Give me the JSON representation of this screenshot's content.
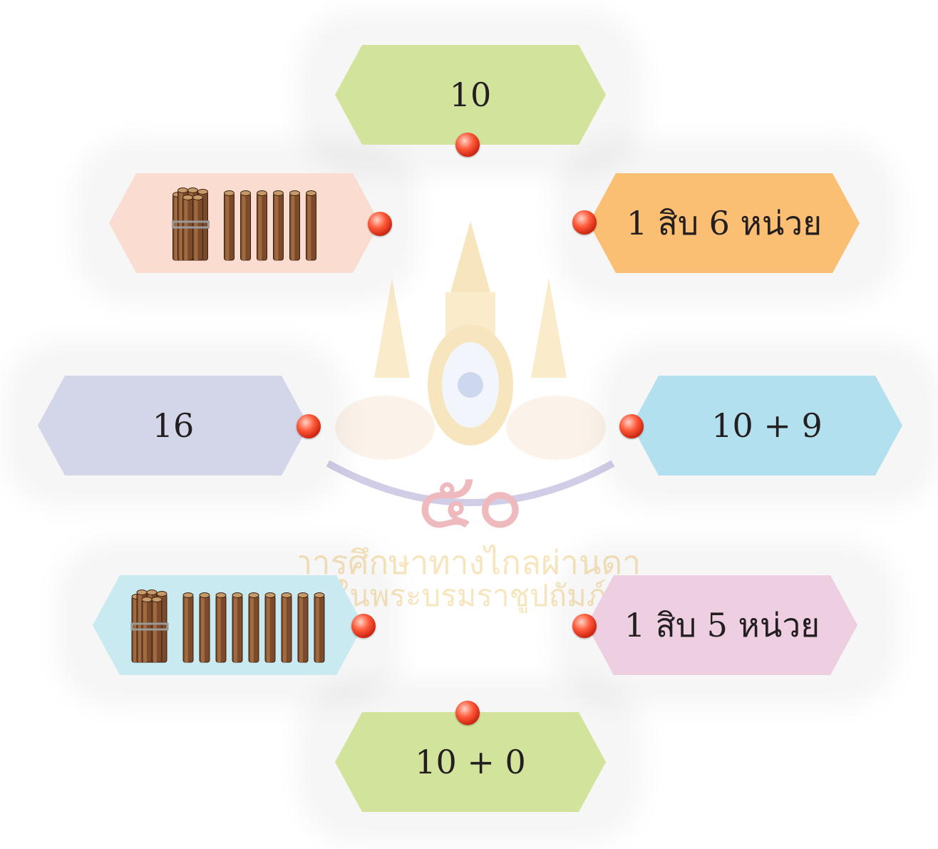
{
  "cards": {
    "top": {
      "label": "10",
      "color": "#d2e39b"
    },
    "upper_left": {
      "icon": "bundle-and-sticks-icon",
      "bundle_count": 1,
      "single_sticks": 6,
      "color": "#fbdcd0"
    },
    "upper_right": {
      "label": "1 สิบ 6 หน่วย",
      "color": "#fbbf73"
    },
    "middle_left": {
      "label": "16",
      "color": "#d3d5e8"
    },
    "middle_right": {
      "label": "10 + 9",
      "color": "#b2e0ee"
    },
    "lower_left": {
      "icon": "bundle-and-sticks-icon",
      "bundle_count": 1,
      "single_sticks": 9,
      "color": "#c9eaf0"
    },
    "lower_right": {
      "label": "1 สิบ 5 หน่วย",
      "color": "#edcfe1"
    },
    "bottom": {
      "label": "10 + 0",
      "color": "#d2e39b"
    }
  },
  "watermark": {
    "icon": "royal-emblem-icon",
    "line1": "มูลนิธิการศึกษาทางไกลผ่านดาวเทียม",
    "line2": "ในพระบรมราชูปถัมภ์",
    "color": "#e8b23a"
  }
}
